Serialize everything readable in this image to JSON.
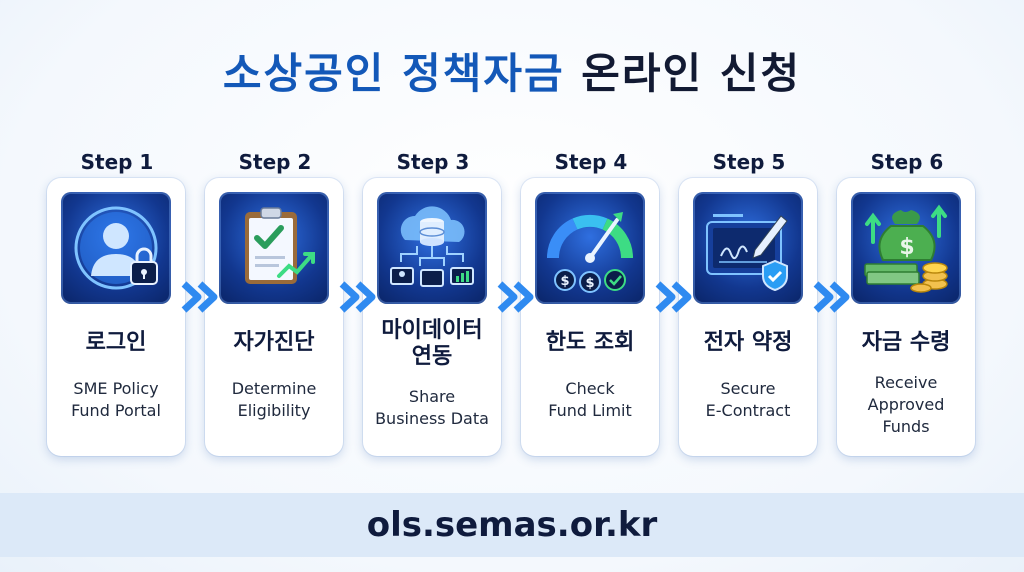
{
  "title": {
    "part1": "소상공인 정책자금",
    "part2": "온라인 신청"
  },
  "steps": [
    {
      "label": "Step 1",
      "title": "로그인",
      "desc": [
        "SME Policy",
        "Fund Portal"
      ],
      "icon": "user-lock-icon"
    },
    {
      "label": "Step 2",
      "title": "자가진단",
      "desc": [
        "Determine",
        "Eligibility"
      ],
      "icon": "clipboard-check-icon"
    },
    {
      "label": "Step 3",
      "title": "마이데이터 연동",
      "title_lines": [
        "마이데이터",
        "연동"
      ],
      "desc": [
        "Share",
        "Business Data"
      ],
      "icon": "cloud-database-icon"
    },
    {
      "label": "Step 4",
      "title": "한도 조회",
      "desc": [
        "Check",
        "Fund Limit"
      ],
      "icon": "gauge-coins-icon"
    },
    {
      "label": "Step 5",
      "title": "전자 약정",
      "desc": [
        "Secure",
        "E-Contract"
      ],
      "icon": "e-signature-icon"
    },
    {
      "label": "Step 6",
      "title": "자금 수령",
      "desc": [
        "Receive",
        "Approved",
        "Funds"
      ],
      "icon": "money-bag-icon"
    }
  ],
  "footer": {
    "url": "ols.semas.or.kr"
  },
  "colors": {
    "title_blue": "#1358b8",
    "title_dark": "#121a33",
    "icon_bg": "#12378f",
    "arrow": "#2f8af0",
    "footer_bg": "#dce9f8"
  }
}
